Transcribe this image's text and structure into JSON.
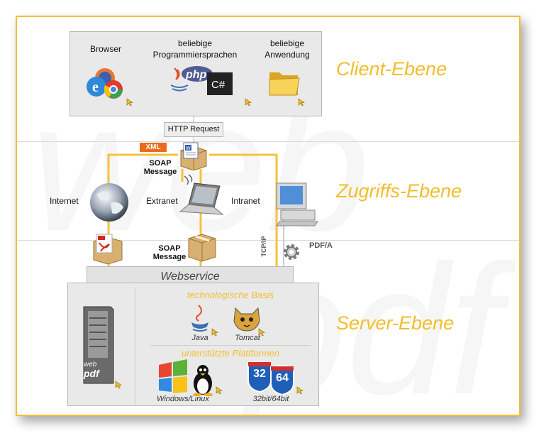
{
  "colors": {
    "accent": "#f2bd2c",
    "line": "#f5c23b",
    "box": "#e9e9e9",
    "xml_tag": "#ea6b1e"
  },
  "client": {
    "browser": "Browser",
    "languages_line1": "beliebige",
    "languages_line2": "Programmiersprachen",
    "app_line1": "beliebige",
    "app_line2": "Anwendung",
    "tier": "Client-Ebene",
    "icons": [
      "browser-logos-icon",
      "php-java-csharp-icon",
      "folder-icon"
    ]
  },
  "request": {
    "label": "HTTP Request"
  },
  "xml_tag": "XML",
  "soap_top": {
    "line1": "SOAP",
    "line2": "Message"
  },
  "soap_bottom": {
    "line1": "SOAP",
    "line2": "Message"
  },
  "access": {
    "internet": "Internet",
    "extranet": "Extranet",
    "intranet": "Intranet",
    "tier": "Zugriffs-Ebene",
    "tcpip": "TCP/IP",
    "pdfa": "PDF/A"
  },
  "webservice": {
    "label": "Webservice"
  },
  "server": {
    "tier": "Server-Ebene",
    "basis_title": "technologische Basis",
    "java": "Java",
    "tomcat": "Tomcat",
    "platforms_title": "unterstützte Plattformen",
    "winlinux": "Windows/Linux",
    "bits": "32bit/64bit",
    "bit32": "32",
    "bit64": "64",
    "webpdf_line1": "web",
    "webpdf_line2": "pdf"
  }
}
